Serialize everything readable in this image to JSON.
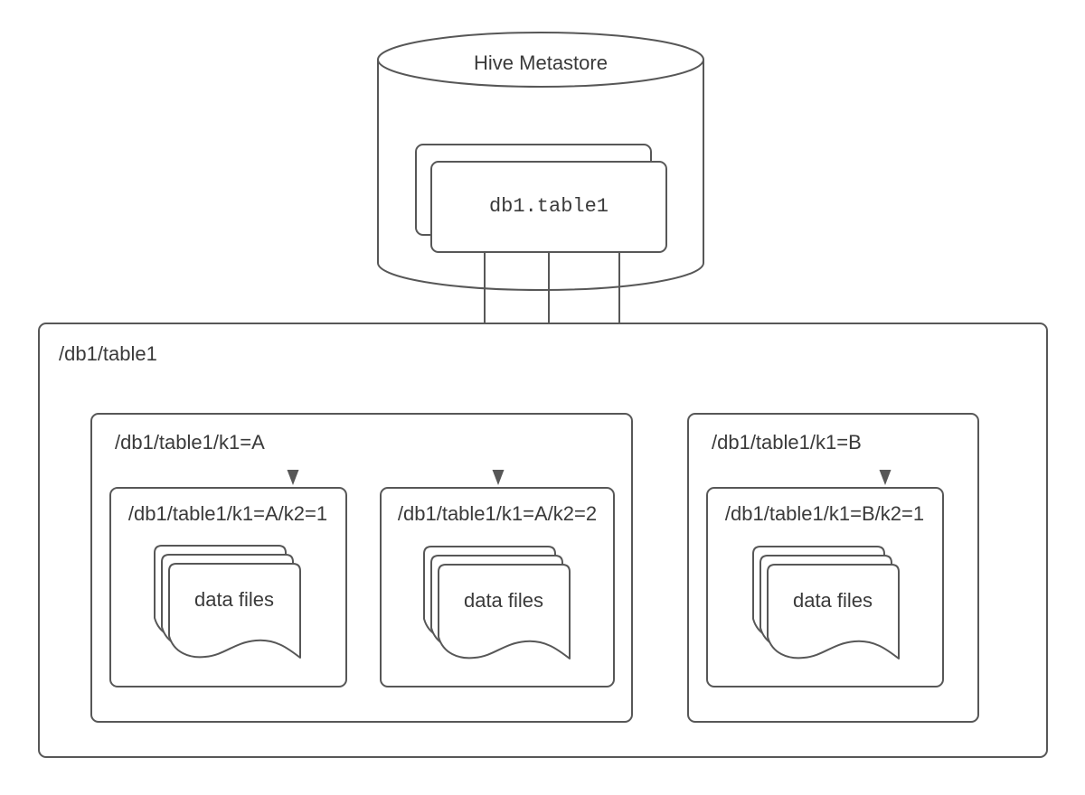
{
  "colors": {
    "stroke": "#575757",
    "text": "#3a3a3a",
    "background": "#ffffff"
  },
  "metastore": {
    "title": "Hive Metastore",
    "card_label": "db1.table1"
  },
  "warehouse": {
    "label": "/db1/table1",
    "k1_groups": [
      {
        "label": "/db1/table1/k1=A",
        "partitions": [
          {
            "label": "/db1/table1/k1=A/k2=1",
            "files_label": "data files"
          },
          {
            "label": "/db1/table1/k1=A/k2=2",
            "files_label": "data files"
          }
        ]
      },
      {
        "label": "/db1/table1/k1=B",
        "partitions": [
          {
            "label": "/db1/table1/k1=B/k2=1",
            "files_label": "data files"
          }
        ]
      }
    ]
  }
}
